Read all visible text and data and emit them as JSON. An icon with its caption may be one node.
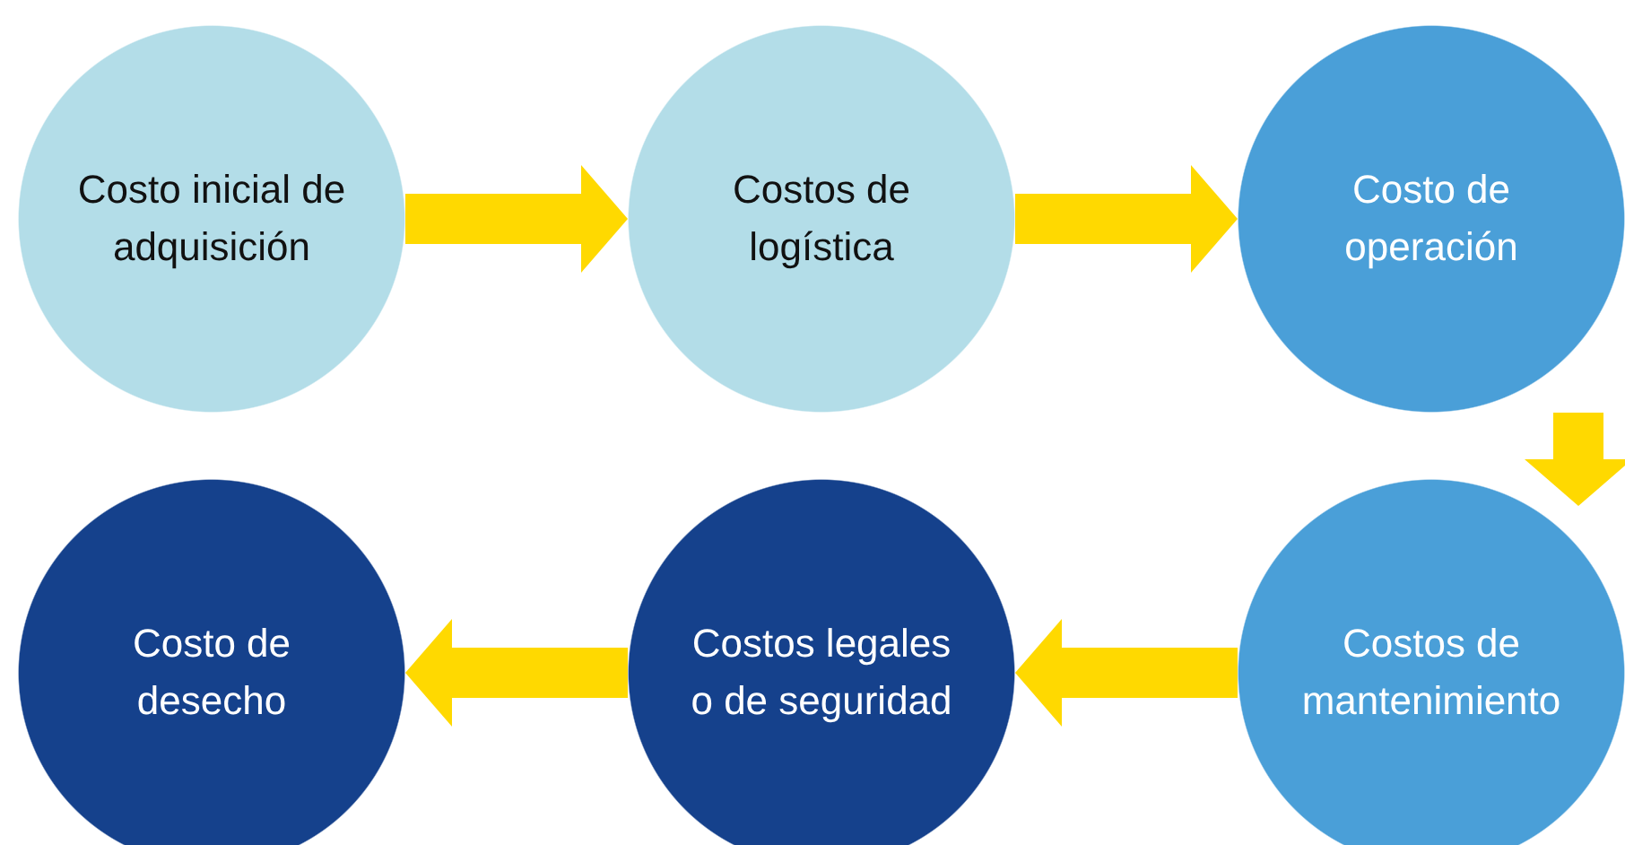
{
  "diagram": {
    "nodes": [
      {
        "text": [
          "Costo inicial de adquisición"
        ]
      },
      {
        "text": [
          "Costos de logística"
        ]
      },
      {
        "text": [
          "Costo de operación"
        ]
      },
      {
        "text": [
          "Costos de mantenimiento"
        ]
      },
      {
        "text": [
          "Costos legales o de seguridad"
        ]
      },
      {
        "text": [
          "Costo de desecho"
        ]
      }
    ],
    "edges": [
      {
        "from": 0,
        "to": 1,
        "arrow": "to"
      },
      {
        "from": 1,
        "to": 2,
        "arrow": "to"
      },
      {
        "from": 2,
        "to": 3,
        "arrow": "to"
      },
      {
        "from": 3,
        "to": 4,
        "arrow": "to"
      },
      {
        "from": 4,
        "to": 5,
        "arrow": "to"
      }
    ]
  }
}
